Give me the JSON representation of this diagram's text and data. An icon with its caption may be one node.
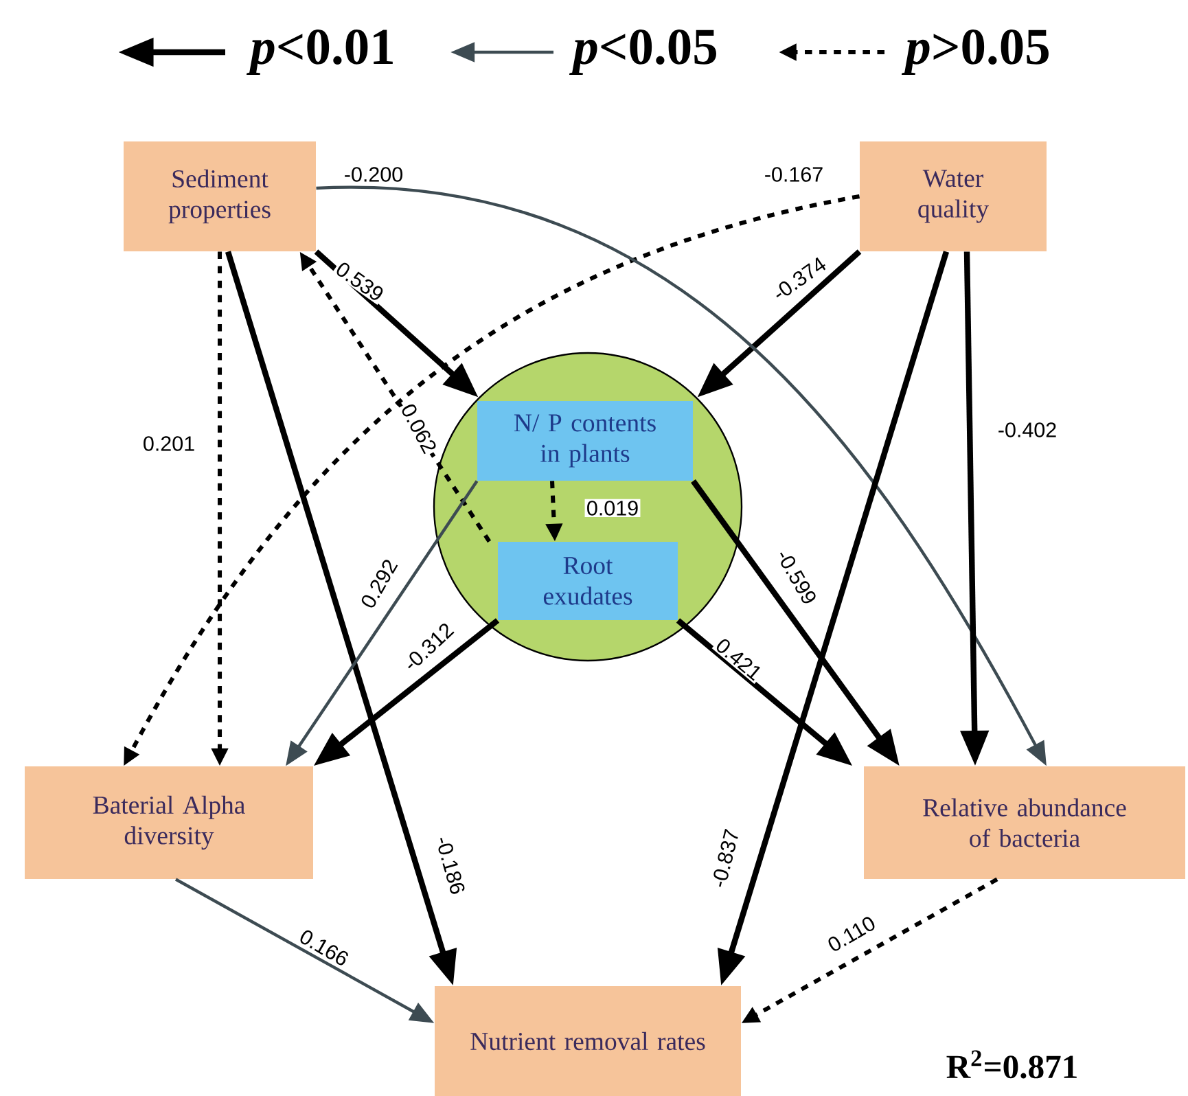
{
  "diagram": {
    "nodes": [
      {
        "text": [
          "Sediment properties"
        ]
      },
      {
        "text": [
          "Water quality"
        ]
      },
      {
        "text": [],
        "shape": "circle"
      },
      {
        "text": [
          "N/ P contents in plants"
        ],
        "in": 2
      },
      {
        "text": [
          "Root exudates"
        ],
        "in": 2
      },
      {
        "text": [
          "Baterial Alpha diversity"
        ]
      },
      {
        "text": [
          "Relative abundance of bacteria"
        ]
      },
      {
        "text": [
          "Nutrient removal rates"
        ]
      }
    ],
    "edges": [
      {
        "from": 0,
        "to": 2,
        "arrow": "to",
        "label": "0.539"
      },
      {
        "from": 1,
        "to": 2,
        "arrow": "to",
        "label": "-0.374"
      },
      {
        "from": 0,
        "to": 5,
        "arrow": "to",
        "label": "0.201",
        "style": "dashed"
      },
      {
        "from": 1,
        "to": 5,
        "arrow": "to",
        "label": "-0.167",
        "style": "dashed"
      },
      {
        "from": 0,
        "to": 6,
        "arrow": "to",
        "label": "-0.200",
        "color": "#3d4b52"
      },
      {
        "from": 0,
        "to": 7,
        "arrow": "to",
        "label": "-0.186"
      },
      {
        "from": 1,
        "to": 7,
        "arrow": "to",
        "label": "-0.837"
      },
      {
        "from": 1,
        "to": 6,
        "arrow": "to",
        "label": "-0.402"
      },
      {
        "from": 4,
        "to": 0,
        "arrow": "to",
        "label": "0.062",
        "style": "dashed"
      },
      {
        "from": 3,
        "to": 4,
        "arrow": "to",
        "label": "0.019",
        "style": "dashed"
      },
      {
        "from": 3,
        "to": 5,
        "arrow": "to",
        "label": "0.292",
        "color": "#3d4b52"
      },
      {
        "from": 4,
        "to": 5,
        "arrow": "to",
        "label": "-0.312"
      },
      {
        "from": 3,
        "to": 6,
        "arrow": "to",
        "label": "-0.599"
      },
      {
        "from": 4,
        "to": 6,
        "arrow": "to",
        "label": "0.421"
      },
      {
        "from": 5,
        "to": 7,
        "arrow": "to",
        "label": "0.166",
        "color": "#3d4b52"
      },
      {
        "from": 6,
        "to": 7,
        "arrow": "to",
        "label": "0.110",
        "style": "dashed"
      }
    ],
    "labels": [
      "R$^{2}$=0.871"
    ],
    "legend": [
      {
        "text": "*p*<0.01"
      },
      {
        "text": "*p*<0.05"
      },
      {
        "text": "*p*>0.05"
      }
    ]
  }
}
